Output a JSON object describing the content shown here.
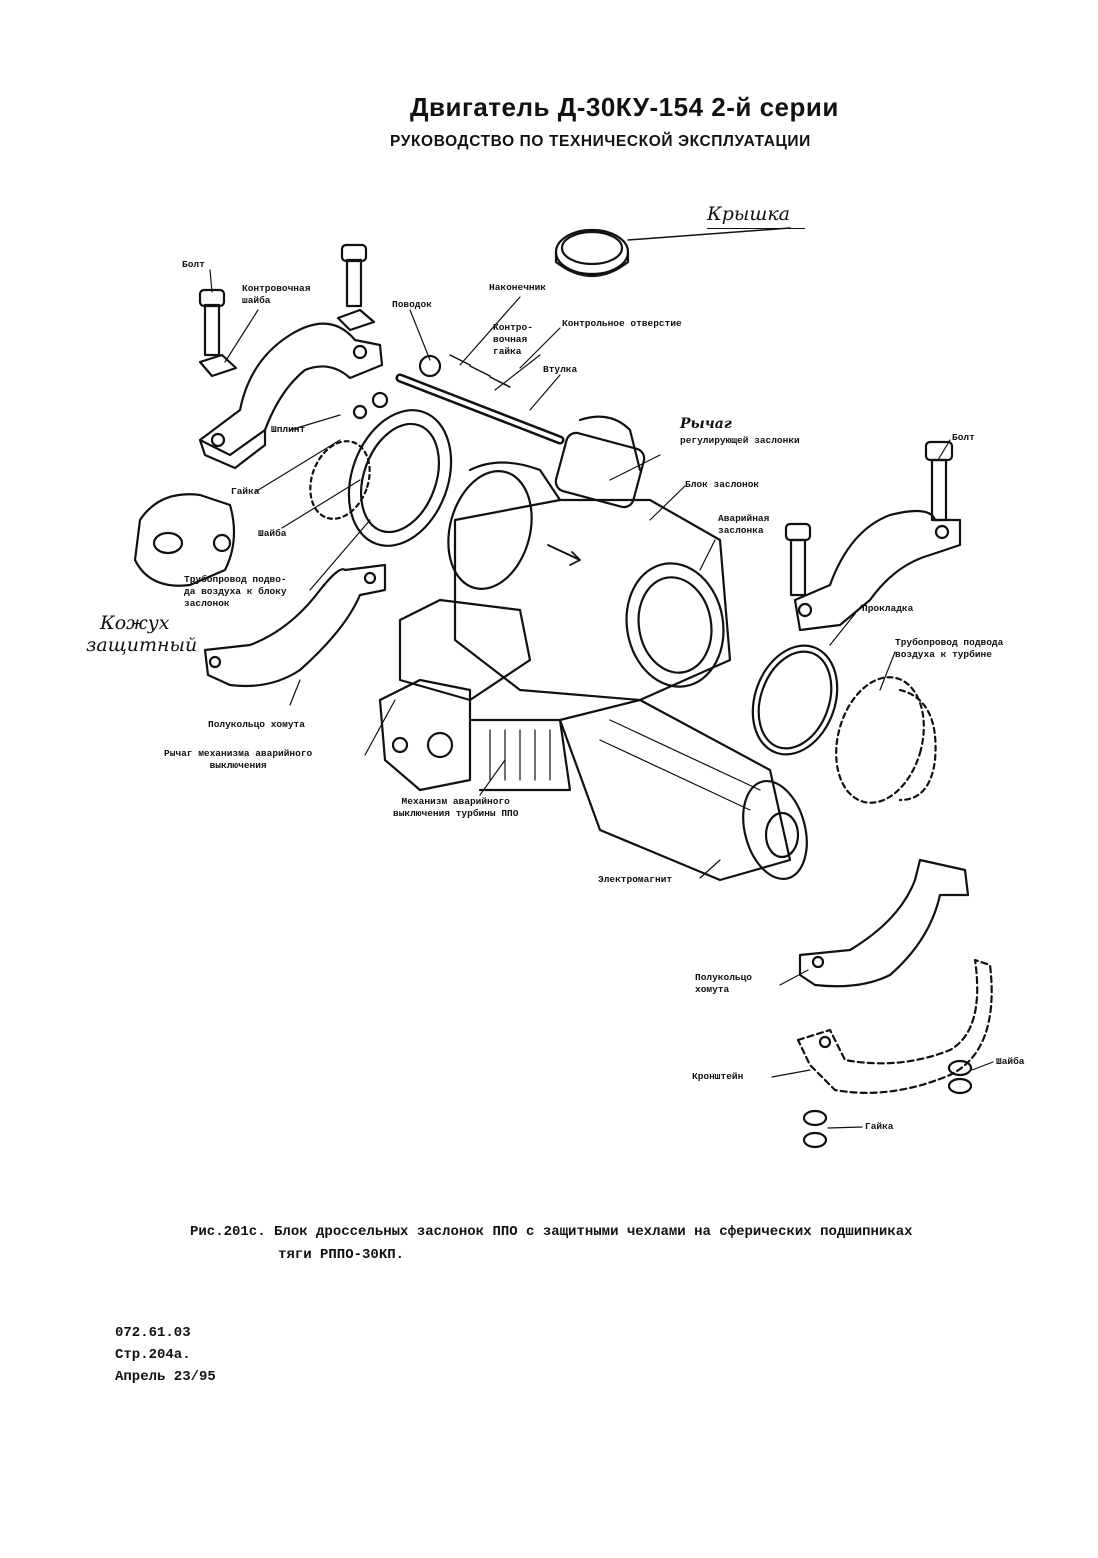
{
  "header": {
    "title": "Двигатель Д-30КУ-154 2-й серии",
    "subtitle": "РУКОВОДСТВО ПО ТЕХНИЧЕСКОЙ ЭКСПЛУАТАЦИИ"
  },
  "labels": {
    "kryshka": "Крышка",
    "bolt_left": "Болт",
    "kontr_shaiba": [
      "Контровочная",
      "шайба"
    ],
    "povodok": "Поводок",
    "nakonechnik": "Наконечник",
    "kontr_gaika": [
      "Контро-",
      "вочная",
      "гайка"
    ],
    "kontr_otverstie": "Контрольное отверстие",
    "vtulka": "Втулка",
    "shplint": "Шплинт",
    "gaika_left": "Гайка",
    "shaiba_left": "Шайба",
    "rychag": [
      "Рычаг",
      "регулирующей заслонки"
    ],
    "bolt_right": "Болт",
    "blok_zaslonok": "Блок заслонок",
    "avar_zaslonka": [
      "Аварийная",
      "заслонка"
    ],
    "truboprovod_bloku": [
      "Трубопровод подво-",
      "да воздуха к блоку",
      "заслонок"
    ],
    "kozhukh": [
      "Кожух",
      "защитный"
    ],
    "prokladka": "Прокладка",
    "truboprovod_turbine": [
      "Трубопровод подвода",
      "воздуха к турбине"
    ],
    "polukoltso_left": "Полукольцо хомута",
    "rychag_mekh": [
      "Рычаг механизма аварийного",
      "выключения"
    ],
    "mekhanizm": [
      "Механизм аварийного",
      "выключения турбины ППО"
    ],
    "elektromagnit": "Электромагнит",
    "polukoltso_right": [
      "Полукольцо",
      "хомута"
    ],
    "kronshtein": "Кронштейн",
    "shaiba_right": "Шайба",
    "gaika_right": "Гайка"
  },
  "caption": {
    "line1": "Рис.201с. Блок дроссельных заслонок ППО с защитными чехлами на сферических подшипниках",
    "line2": "тяги РППО-30КП."
  },
  "footer": {
    "code": "072.61.03",
    "page": "Стр.204а.",
    "date": "Апрель 23/95"
  }
}
